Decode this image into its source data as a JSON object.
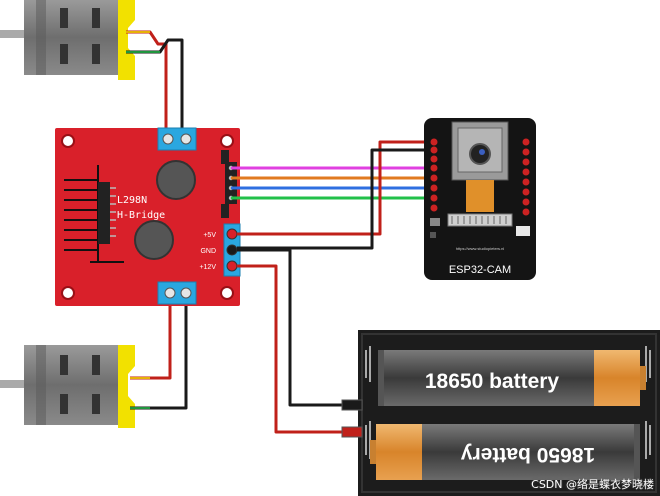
{
  "board": {
    "chip_label": "L298N",
    "name_label": "H-Bridge",
    "pin_5v": "+5V",
    "pin_gnd": "GND",
    "pin_12v": "+12V"
  },
  "esp": {
    "label": "ESP32-CAM",
    "url": "https://www.studiopieters.nl"
  },
  "battery": {
    "top_label": "18650 battery",
    "bottom_label": "18650 battery"
  },
  "watermark": "CSDN @络是蝶衣梦晓楼",
  "colors": {
    "board_red": "#d9202a",
    "terminal_blue": "#2aa7e0",
    "motor_yellow": "#f2e100",
    "wire_magenta": "#e040e0",
    "wire_orange": "#e07a20",
    "wire_blue": "#2f6fe0",
    "wire_green": "#22c04a",
    "wire_red": "#c0201a",
    "wire_black": "#1a1a1a"
  }
}
